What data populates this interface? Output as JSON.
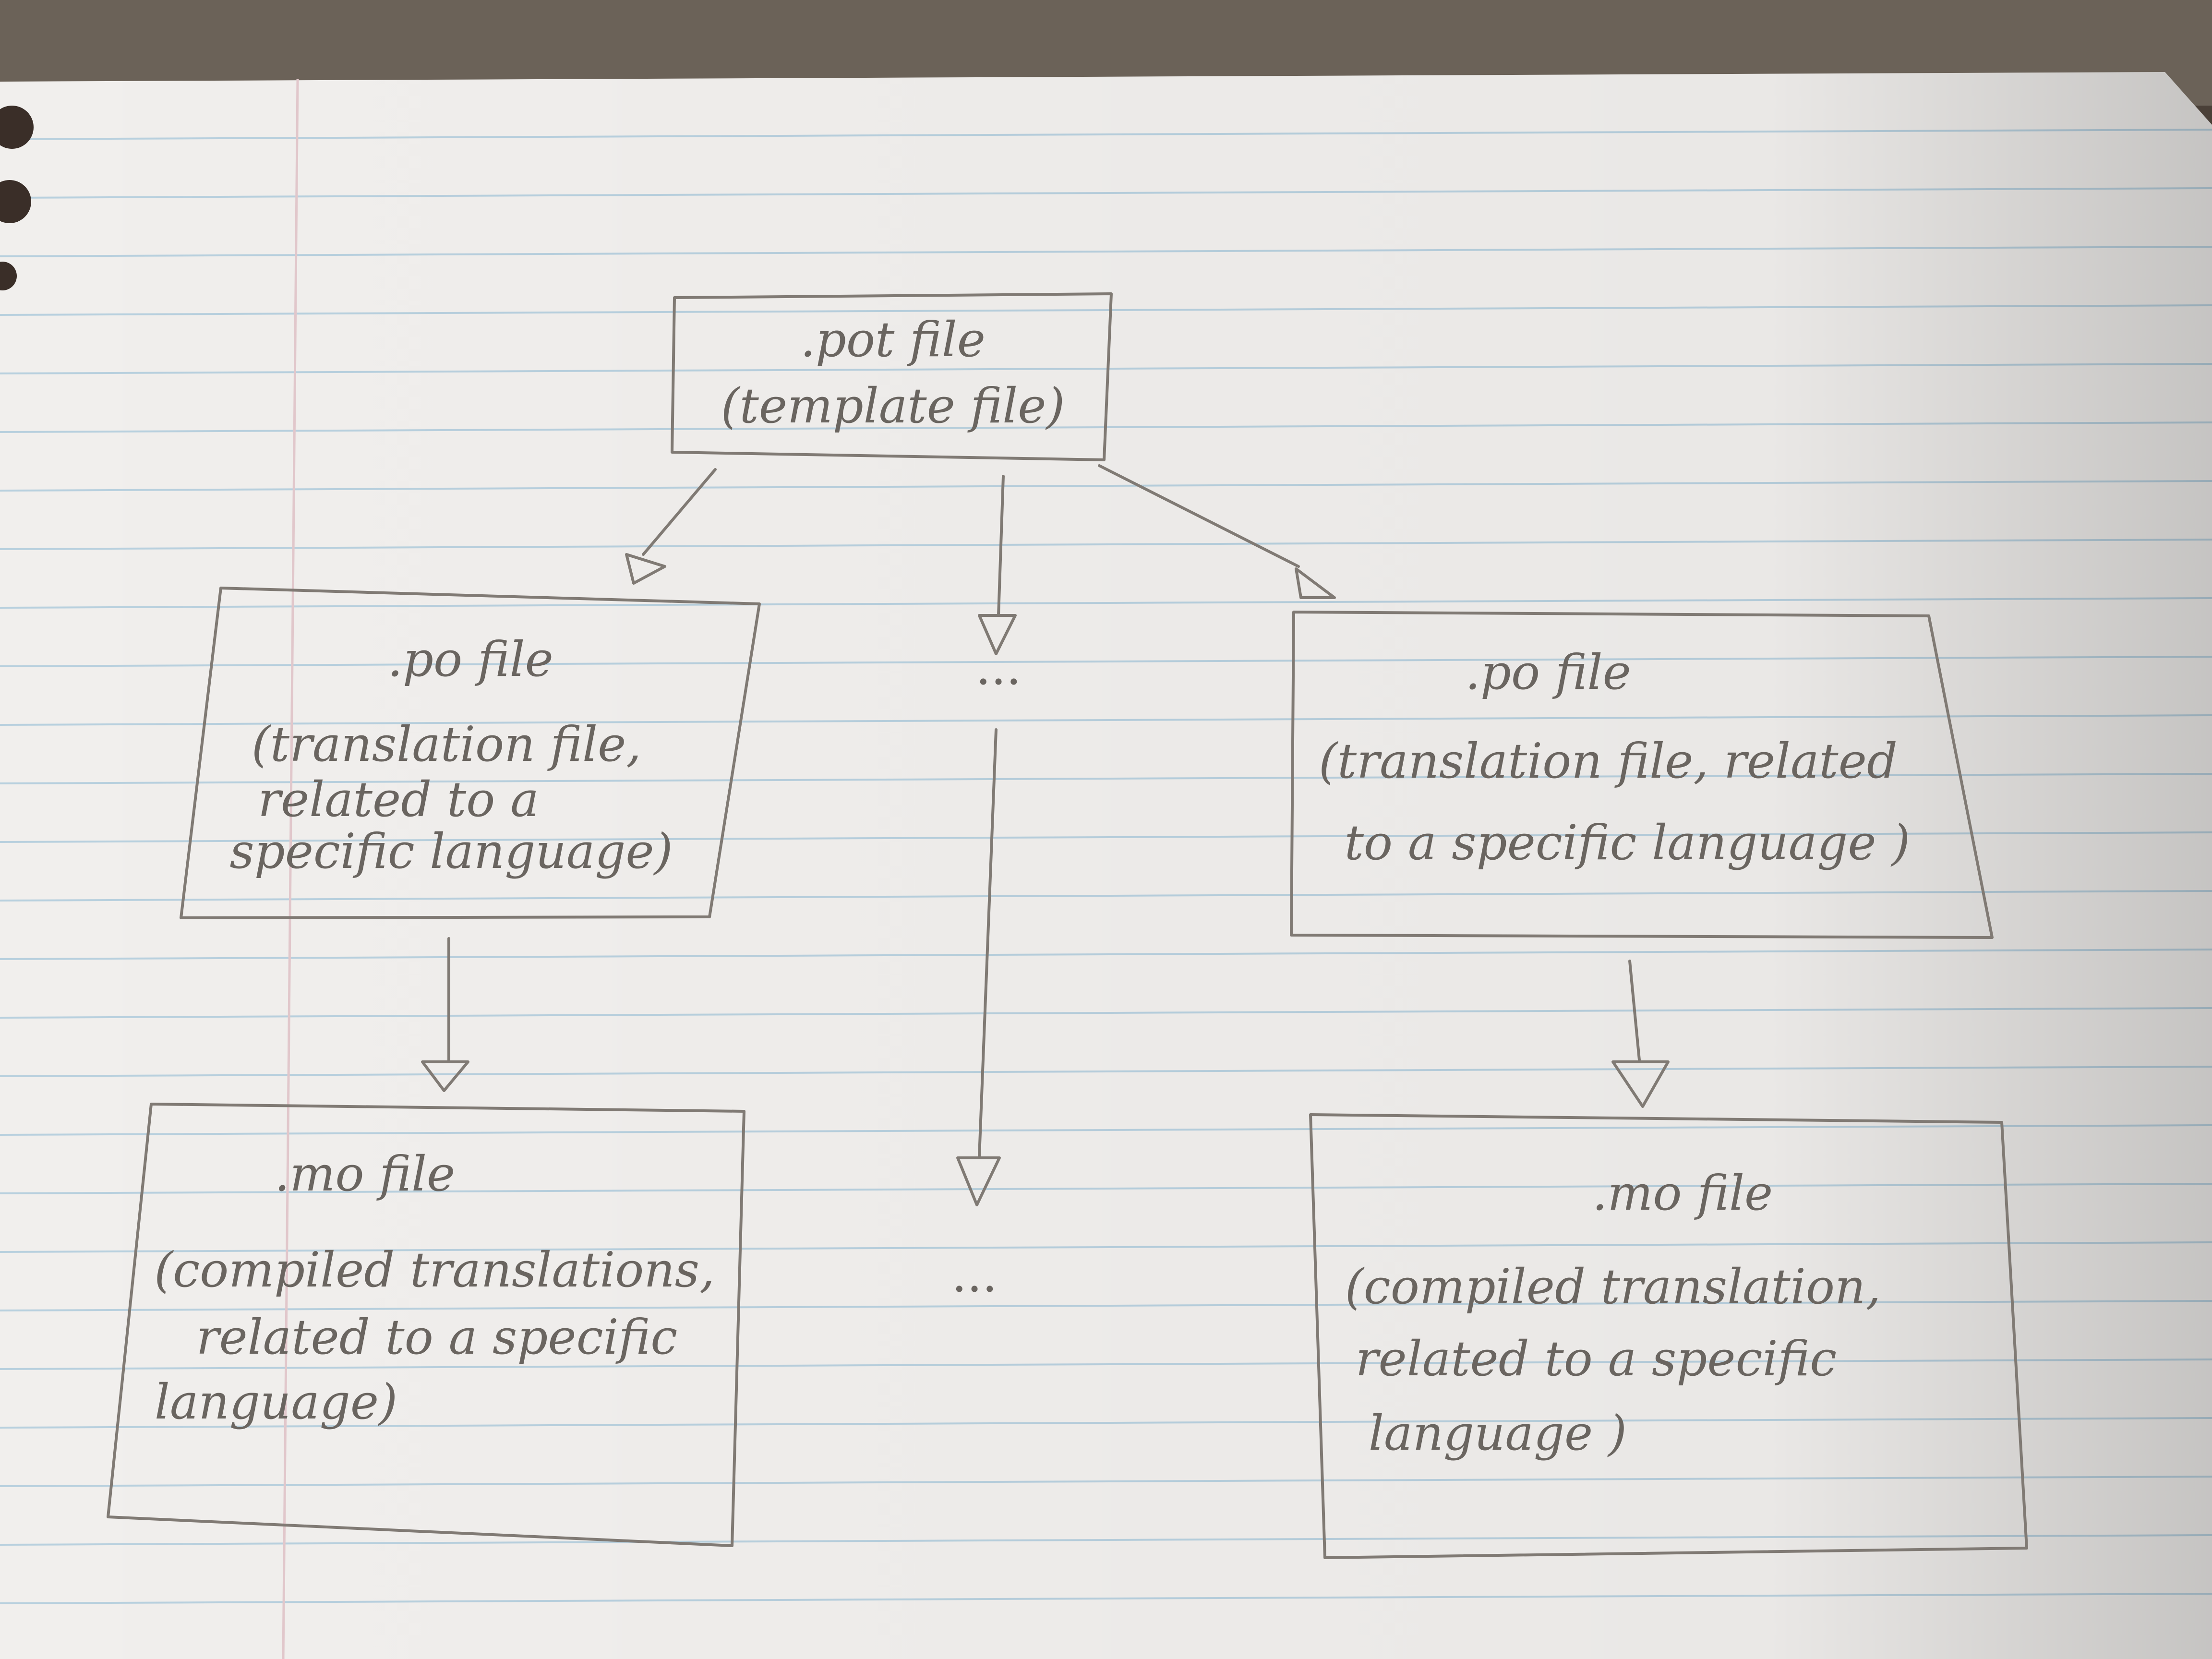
{
  "diagram": {
    "root": {
      "line1": ".pot file",
      "line2": "(template file)"
    },
    "po_left": {
      "line1": ".po file",
      "line2": "(translation file,",
      "line3": "related to a",
      "line4": "specific language)"
    },
    "po_right": {
      "line1": ".po file",
      "line2": "(translation file, related",
      "line3": "to a specific language )"
    },
    "mo_left": {
      "line1": ".mo file",
      "line2": "(compiled translations,",
      "line3": "related to a specific",
      "line4": "language)"
    },
    "mo_right": {
      "line1": ".mo file",
      "line2": "(compiled translation,",
      "line3": "related to a specific",
      "line4": "language )"
    },
    "ellipsis_upper": "...",
    "ellipsis_lower": "..."
  },
  "colors": {
    "paper": "#f1efed",
    "rule_line": "#b8d0de",
    "margin_line": "#e2c8cc",
    "pencil": "#807a74",
    "background": "#4a4038"
  }
}
